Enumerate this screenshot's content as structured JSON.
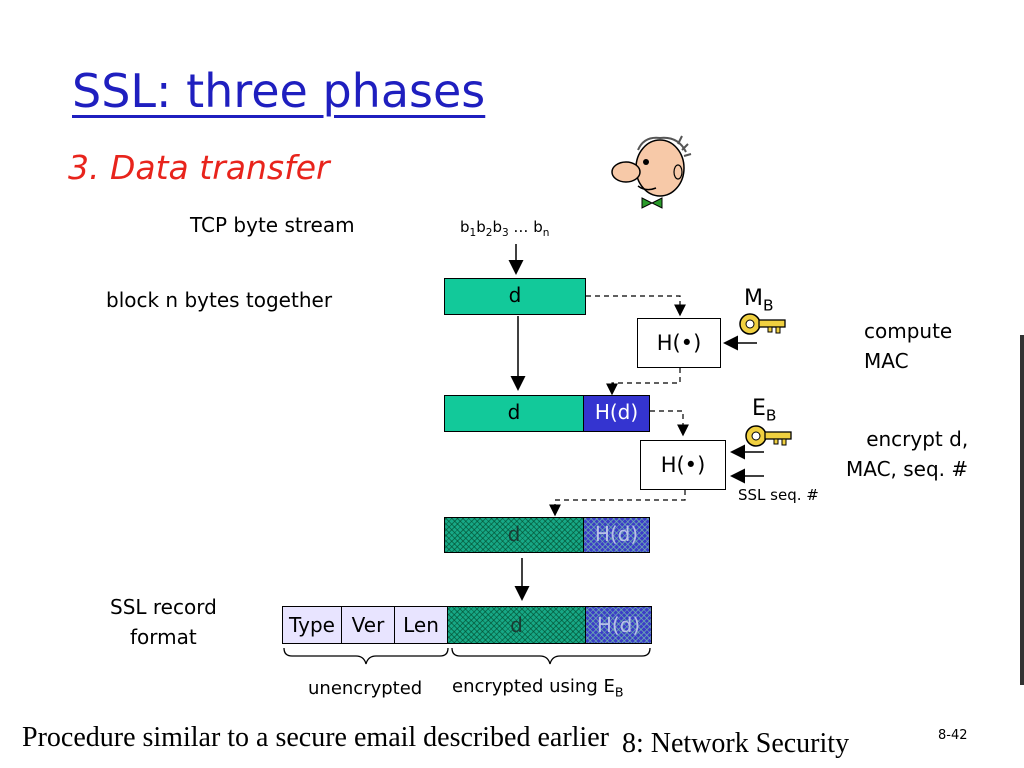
{
  "title": "SSL: three phases",
  "subtitle": "3. Data transfer",
  "labels": {
    "tcp_stream": "TCP byte stream",
    "block_bytes": "block n bytes together",
    "compute_mac": "compute\nMAC",
    "encrypt": "encrypt d,\nMAC, seq. #",
    "ssl_seq": "SSL seq. #",
    "record_format": "SSL record\nformat",
    "unencrypted": "unencrypted",
    "encrypted_using": "encrypted using E"
  },
  "stream_seq": {
    "b1": "b",
    "s1": "1",
    "b2": "b",
    "s2": "2",
    "b3": "b",
    "s3": "3",
    "ellipsis": " … b",
    "sn": "n"
  },
  "keys": {
    "mb_main": "M",
    "mb_sub": "B",
    "eb_main": "E",
    "eb_sub": "B",
    "enc_sub": "B"
  },
  "boxes": {
    "d": "d",
    "hash_fn": "H(•)",
    "hd": "H(d)",
    "type": "Type",
    "ver": "Ver",
    "len": "Len"
  },
  "footer": "Procedure similar to a secure email described earlier",
  "chapter": "8: Network Security",
  "page_number": "8-42",
  "colors": {
    "title": "#1f1fbf",
    "subtitle": "#e8241c",
    "teal": "#12c99a",
    "blue": "#3434d0",
    "key": "#f0d040"
  },
  "icons": [
    "person-cartoon-icon",
    "key-icon"
  ]
}
